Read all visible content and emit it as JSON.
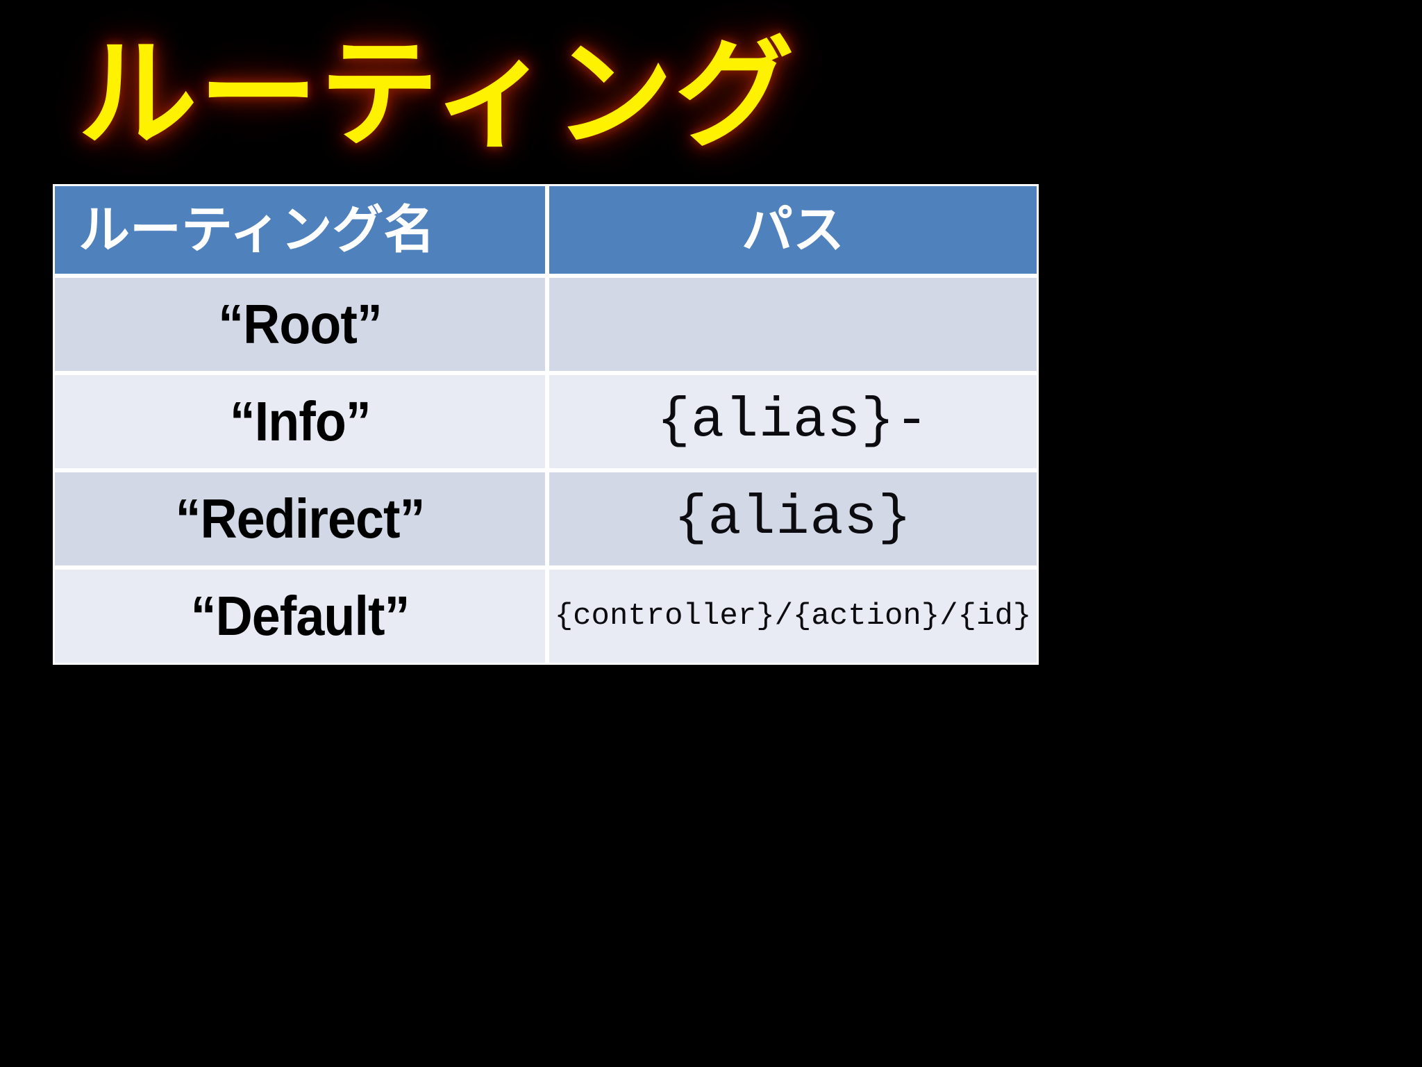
{
  "slide": {
    "title": "ルーティング",
    "background_color": "#000000",
    "title_color": "#FFF200",
    "title_glow_color": "#8E1D00"
  },
  "table": {
    "header_bg_color": "#4F81BD",
    "header_text_color": "#FFFFFF",
    "row_band_a_color": "#D2D8E6",
    "row_band_b_color": "#E8EBF3",
    "columns": [
      {
        "key": "name",
        "label": "ルーティング名"
      },
      {
        "key": "path",
        "label": "パス"
      }
    ],
    "rows": [
      {
        "name": "“Root”",
        "path": ""
      },
      {
        "name": "“Info”",
        "path": "{alias}-"
      },
      {
        "name": "“Redirect”",
        "path": "{alias}"
      },
      {
        "name": "“Default”",
        "path": "{controller}/{action}/{id}"
      }
    ]
  }
}
